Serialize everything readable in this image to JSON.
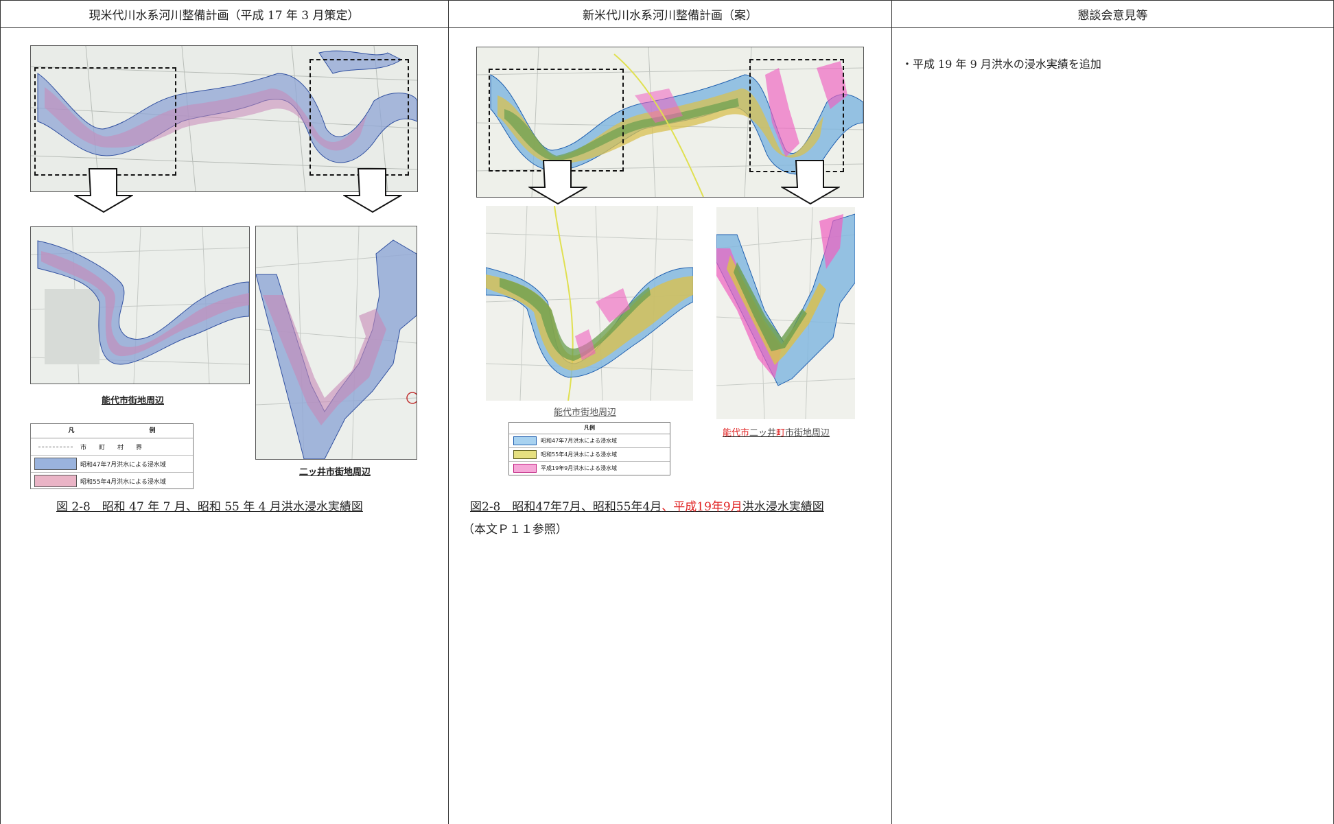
{
  "headers": {
    "current_plan": "現米代川水系河川整備計画（平成 17 年 3 月策定）",
    "new_plan": "新米代川水系河川整備計画（案）",
    "opinions": "懇談会意見等"
  },
  "current": {
    "caption_noshiro": "能代市街地周辺",
    "caption_futatsui": "二ッ井市街地周辺",
    "legend": {
      "title_left": "凡",
      "title_right": "例",
      "row1": "市　　町　　村　　界",
      "row2": "昭和47年7月洪水による浸水域",
      "row3": "昭和55年4月洪水による浸水域"
    },
    "figure_caption": "図 2-8　昭和 47 年 7 月、昭和 55 年 4 月洪水浸水実績図"
  },
  "new": {
    "caption_noshiro": "能代市街地周辺",
    "caption_futatsui_part1": "能代市",
    "caption_futatsui_part2": "二ッ井",
    "caption_futatsui_part3": "町",
    "caption_futatsui_part4": "市街地周辺",
    "legend": {
      "title": "凡例",
      "row1": "昭和47年7月洪水による浸水域",
      "row2": "昭和55年4月洪水による浸水域",
      "row3": "平成19年9月洪水による浸水域"
    },
    "figure_caption_part1": "図2-8　昭和47年7月、昭和55年4月",
    "figure_caption_part2": "、平成19年9月",
    "figure_caption_part3": "洪水浸水実績図",
    "reference_note": "（本文Ｐ１１参照）"
  },
  "opinions": {
    "note": "・平成 19 年 9 月洪水の浸水実績を追加"
  },
  "colors": {
    "flood_1972": "#7aa6d8",
    "flood_1980": "#d890b4",
    "flood_2007": "#f060c0",
    "yellow_band": "#d8c050"
  }
}
